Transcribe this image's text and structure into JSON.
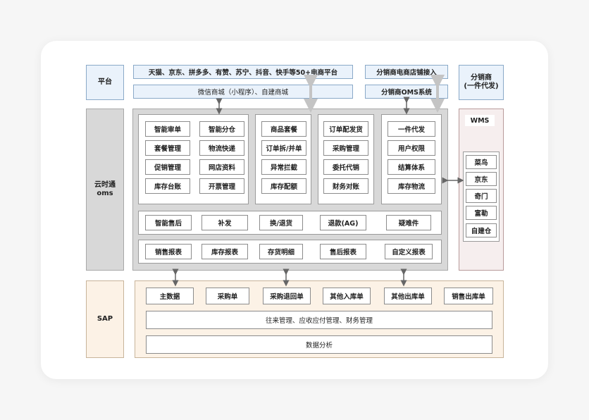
{
  "platform": {
    "label": "平台",
    "ecommerce": "天猫、京东、拼多多、有赞、苏宁、抖音、快手等50+电商平台",
    "wechat": "微信商城（小程序）、自建商城",
    "distributor_store": "分销商电商店铺接入",
    "distributor_oms": "分销商OMS系统",
    "distributor": "分销商\n(一件代发)"
  },
  "oms": {
    "label": "云时通\noms",
    "col1": [
      "智能审单",
      "套餐管理",
      "促销管理",
      "库存台账"
    ],
    "col2": [
      "智能分仓",
      "物流快递",
      "网店资料",
      "开票管理"
    ],
    "col3": [
      "商品套餐",
      "订单拆/并单",
      "异常拦截",
      "库存配额"
    ],
    "col4": [
      "订单配发货",
      "采购管理",
      "委托代销",
      "财务对账"
    ],
    "col5": [
      "一件代发",
      "用户权限",
      "结算体系",
      "库存物流"
    ],
    "row2": [
      "智能售后",
      "补发",
      "换/退货",
      "退款(AG)",
      "疑难件"
    ],
    "row3": [
      "销售报表",
      "库存报表",
      "存货明细",
      "售后报表",
      "自定义报表"
    ]
  },
  "wms": {
    "label": "WMS",
    "items": [
      "菜鸟",
      "京东",
      "奇门",
      "富勒",
      "自建仓"
    ]
  },
  "sap": {
    "label": "SAP",
    "row1": [
      "主数据",
      "采购单",
      "采购退回单",
      "其他入库单",
      "其他出库单",
      "销售出库单"
    ],
    "finance": "往来管理、应收应付管理、财务管理",
    "analytics": "数据分析"
  }
}
